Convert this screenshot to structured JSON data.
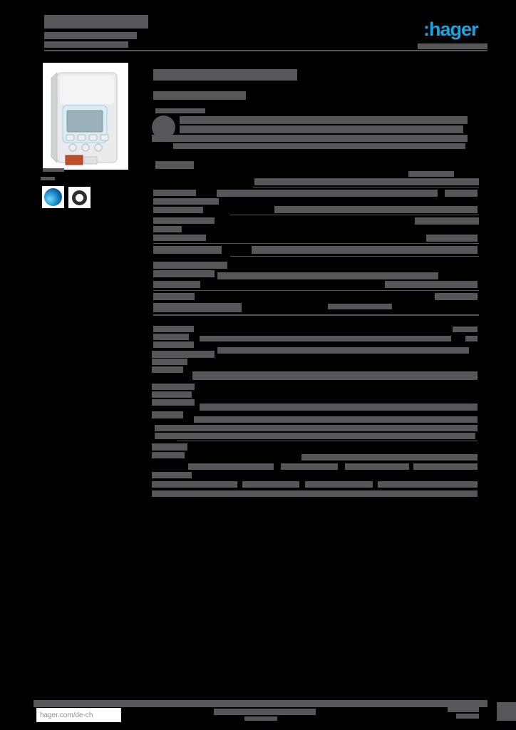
{
  "page": {
    "colors": {
      "background": "#000000",
      "redacted_bar": "#56575a",
      "accent_blue": "#14a5e2",
      "paper_white": "#ffffff",
      "footer_text_gray": "#8f8f8f",
      "device_body": "#e9ebed",
      "device_screen_frame": "#d9edf6",
      "device_lcd": "#9cb0b9",
      "device_terminal_orange": "#bd4f2c",
      "thumbnail_sphere_blue": "#2b9fd9",
      "thumbnail_ring_dark": "#2e2e31"
    }
  },
  "logo": {
    "text": ":hager"
  },
  "footer": {
    "link_text": "hager.com/de-ch"
  },
  "product_image": {
    "description": "DIN-rail digital time switch with LCD display, control buttons and orange terminal"
  },
  "thumbnails": [
    {
      "name": "blue-sphere-thumbnail"
    },
    {
      "name": "dark-ring-thumbnail"
    }
  ],
  "redacted_groups": [
    {
      "name": "header-title-bar",
      "items": [
        [
          62,
          21,
          146,
          19
        ],
        [
          62,
          45,
          130,
          10
        ],
        [
          62,
          58,
          118,
          9
        ],
        [
          586,
          61,
          98,
          8
        ]
      ]
    },
    {
      "name": "header-rule",
      "items": [
        [
          62,
          70,
          622,
          2
        ]
      ]
    },
    {
      "name": "photo-caption-bar",
      "items": [
        [
          60,
          236,
          30,
          5
        ],
        [
          57,
          248,
          20,
          5
        ]
      ]
    },
    {
      "name": "content-text-bar",
      "items": [
        [
          215,
          97,
          202,
          16
        ],
        [
          215,
          128,
          130,
          12
        ],
        [
          218,
          152,
          70,
          7
        ],
        [
          252,
          163,
          404,
          11
        ],
        [
          252,
          176,
          398,
          11
        ],
        [
          213,
          189,
          443,
          10
        ],
        [
          243,
          201,
          410,
          8
        ],
        [
          218,
          226,
          54,
          11
        ]
      ]
    },
    {
      "name": "paragraph-badge",
      "round": true,
      "items": [
        [
          213,
          162,
          33,
          33
        ]
      ]
    },
    {
      "name": "spec-table-bar",
      "items": [
        [
          573,
          240,
          64,
          8
        ],
        [
          357,
          250,
          315,
          10
        ],
        [
          215,
          266,
          60,
          9
        ],
        [
          304,
          266,
          310,
          10
        ],
        [
          624,
          266,
          46,
          10
        ],
        [
          215,
          278,
          92,
          9
        ],
        [
          215,
          290,
          70,
          9
        ],
        [
          385,
          289,
          285,
          10
        ],
        [
          215,
          305,
          86,
          9
        ],
        [
          582,
          305,
          90,
          10
        ],
        [
          215,
          317,
          40,
          9
        ],
        [
          215,
          329,
          74,
          9
        ],
        [
          598,
          329,
          72,
          10
        ],
        [
          215,
          345,
          96,
          11
        ],
        [
          353,
          345,
          317,
          11
        ],
        [
          215,
          367,
          104,
          10
        ],
        [
          215,
          379,
          86,
          10
        ],
        [
          305,
          382,
          310,
          10
        ],
        [
          215,
          394,
          66,
          10
        ],
        [
          540,
          394,
          130,
          10
        ],
        [
          215,
          411,
          58,
          10
        ],
        [
          610,
          411,
          60,
          10
        ],
        [
          215,
          425,
          124,
          13
        ],
        [
          460,
          426,
          90,
          8
        ],
        [
          215,
          457,
          57,
          9
        ],
        [
          635,
          458,
          35,
          8
        ],
        [
          215,
          468,
          50,
          9
        ],
        [
          280,
          471,
          353,
          8
        ],
        [
          653,
          471,
          17,
          8
        ],
        [
          215,
          479,
          57,
          9
        ],
        [
          305,
          487,
          353,
          9
        ],
        [
          213,
          492,
          88,
          10
        ],
        [
          213,
          503,
          50,
          9
        ],
        [
          213,
          514,
          44,
          9
        ],
        [
          270,
          521,
          400,
          12
        ],
        [
          213,
          538,
          60,
          9
        ],
        [
          213,
          549,
          56,
          9
        ],
        [
          213,
          560,
          60,
          9
        ],
        [
          280,
          566,
          390,
          10
        ],
        [
          213,
          577,
          44,
          10
        ],
        [
          272,
          584,
          398,
          9
        ],
        [
          217,
          596,
          453,
          9
        ],
        [
          217,
          607,
          450,
          9
        ],
        [
          213,
          622,
          50,
          10
        ],
        [
          213,
          634,
          46,
          9
        ],
        [
          423,
          637,
          247,
          9
        ],
        [
          264,
          650,
          120,
          9
        ],
        [
          394,
          650,
          80,
          9
        ],
        [
          484,
          650,
          90,
          9
        ],
        [
          580,
          650,
          90,
          9
        ],
        [
          213,
          662,
          56,
          9
        ],
        [
          213,
          675,
          120,
          9
        ],
        [
          340,
          675,
          80,
          9
        ],
        [
          428,
          675,
          95,
          9
        ],
        [
          530,
          675,
          140,
          9
        ],
        [
          213,
          688,
          457,
          9
        ]
      ]
    },
    {
      "name": "spec-table-separator",
      "items": [
        [
          355,
          262,
          317,
          1
        ],
        [
          323,
          301,
          349,
          1
        ],
        [
          215,
          341,
          457,
          1
        ],
        [
          323,
          359,
          349,
          1
        ],
        [
          215,
          407,
          457,
          1
        ],
        [
          215,
          441,
          457,
          2
        ],
        [
          248,
          618,
          422,
          1
        ]
      ]
    },
    {
      "name": "footer-bar",
      "items": [
        [
          47,
          982,
          637,
          10
        ],
        [
          300,
          994,
          143,
          9
        ],
        [
          343,
          1005,
          46,
          6
        ],
        [
          628,
          992,
          44,
          7
        ],
        [
          640,
          1001,
          32,
          7
        ],
        [
          697,
          985,
          27,
          26
        ]
      ]
    }
  ]
}
